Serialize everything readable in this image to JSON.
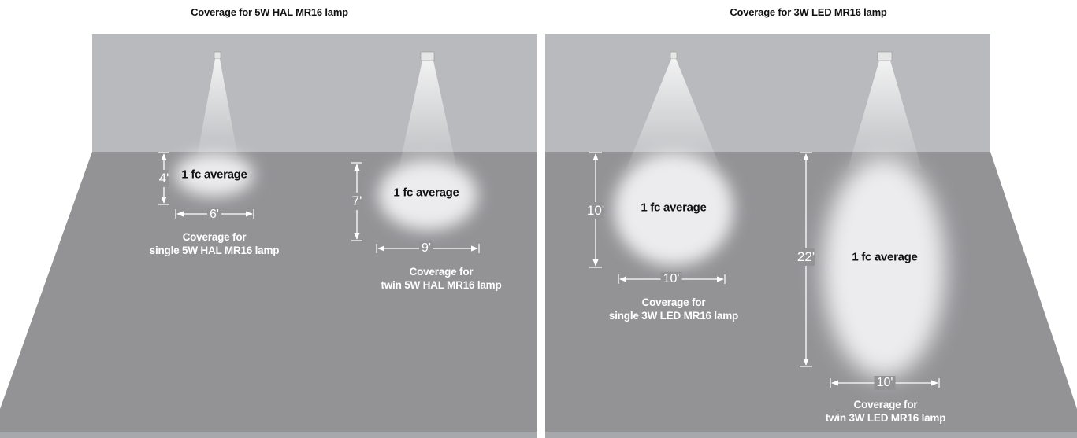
{
  "titles": {
    "left": "Coverage for 5W HAL MR16 lamp",
    "right": "Coverage for 3W LED MR16 lamp"
  },
  "colors": {
    "wall": "#b9babd",
    "floor": "#939396",
    "pool": "#e8e8ea",
    "dimension_line": "#ffffff"
  },
  "panels": {
    "hal_single": {
      "label": "1 fc average",
      "height": "4'",
      "width": "6'",
      "caption_line1": "Coverage for",
      "caption_line2": "single 5W HAL MR16 lamp"
    },
    "hal_twin": {
      "label": "1 fc average",
      "height": "7'",
      "width": "9'",
      "caption_line1": "Coverage for",
      "caption_line2": "twin 5W HAL MR16 lamp"
    },
    "led_single": {
      "label": "1 fc average",
      "height": "10'",
      "width": "10'",
      "caption_line1": "Coverage for",
      "caption_line2": "single 3W LED MR16 lamp"
    },
    "led_twin": {
      "label": "1 fc average",
      "height": "22'",
      "width": "10'",
      "caption_line1": "Coverage for",
      "caption_line2": "twin 3W LED MR16 lamp"
    }
  }
}
